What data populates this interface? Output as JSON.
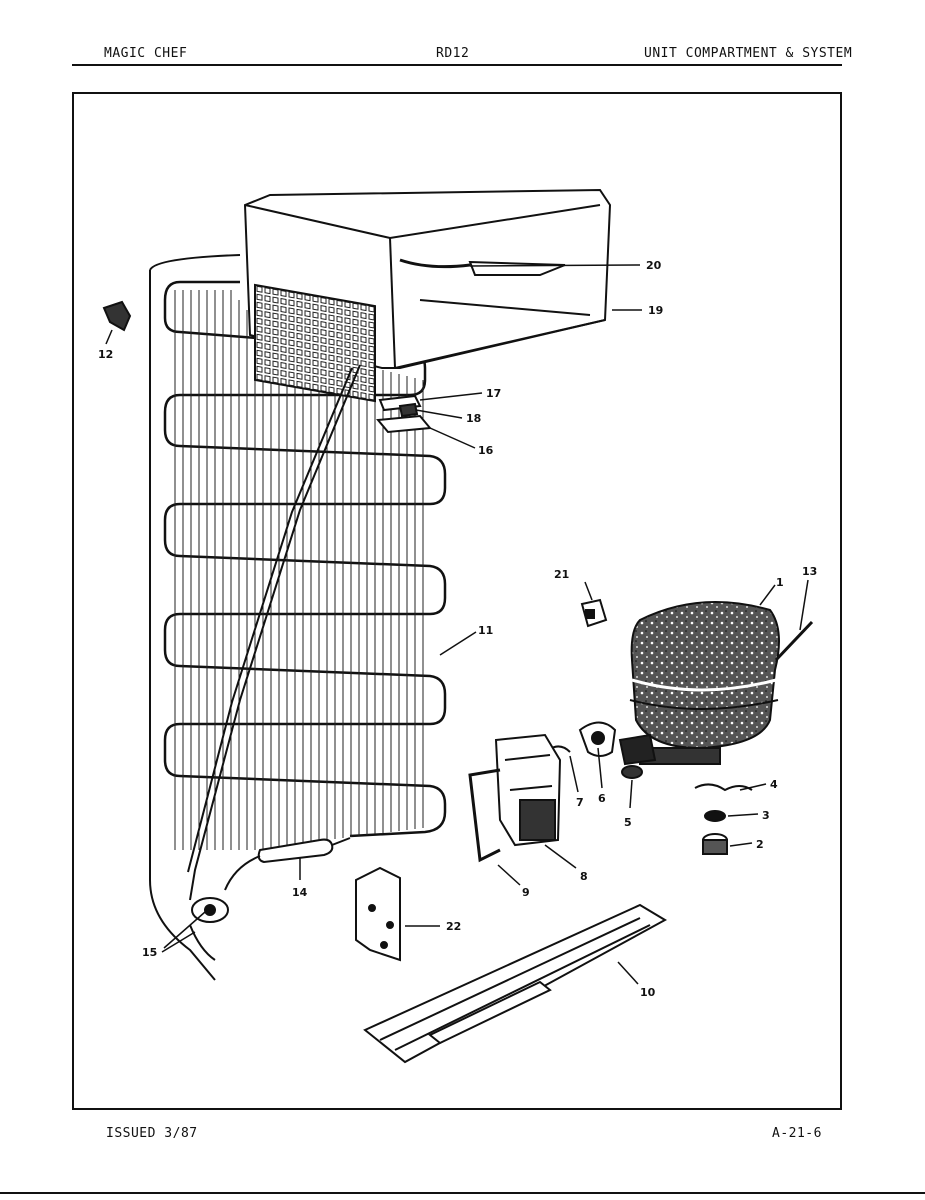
{
  "header": {
    "brand": "MAGIC CHEF",
    "model": "RD12",
    "section": "UNIT COMPARTMENT & SYSTEM"
  },
  "footer": {
    "issued": "ISSUED 3/87",
    "page_code": "A-21-6"
  },
  "callouts": {
    "c1": "1",
    "c2": "2",
    "c3": "3",
    "c4": "4",
    "c5": "5",
    "c6": "6",
    "c7": "7",
    "c8": "8",
    "c9": "9",
    "c10": "10",
    "c11": "11",
    "c12": "12",
    "c13": "13",
    "c14": "14",
    "c15": "15",
    "c16": "16",
    "c17": "17",
    "c18": "18",
    "c19": "19",
    "c20": "20",
    "c21": "21",
    "c22": "22"
  }
}
